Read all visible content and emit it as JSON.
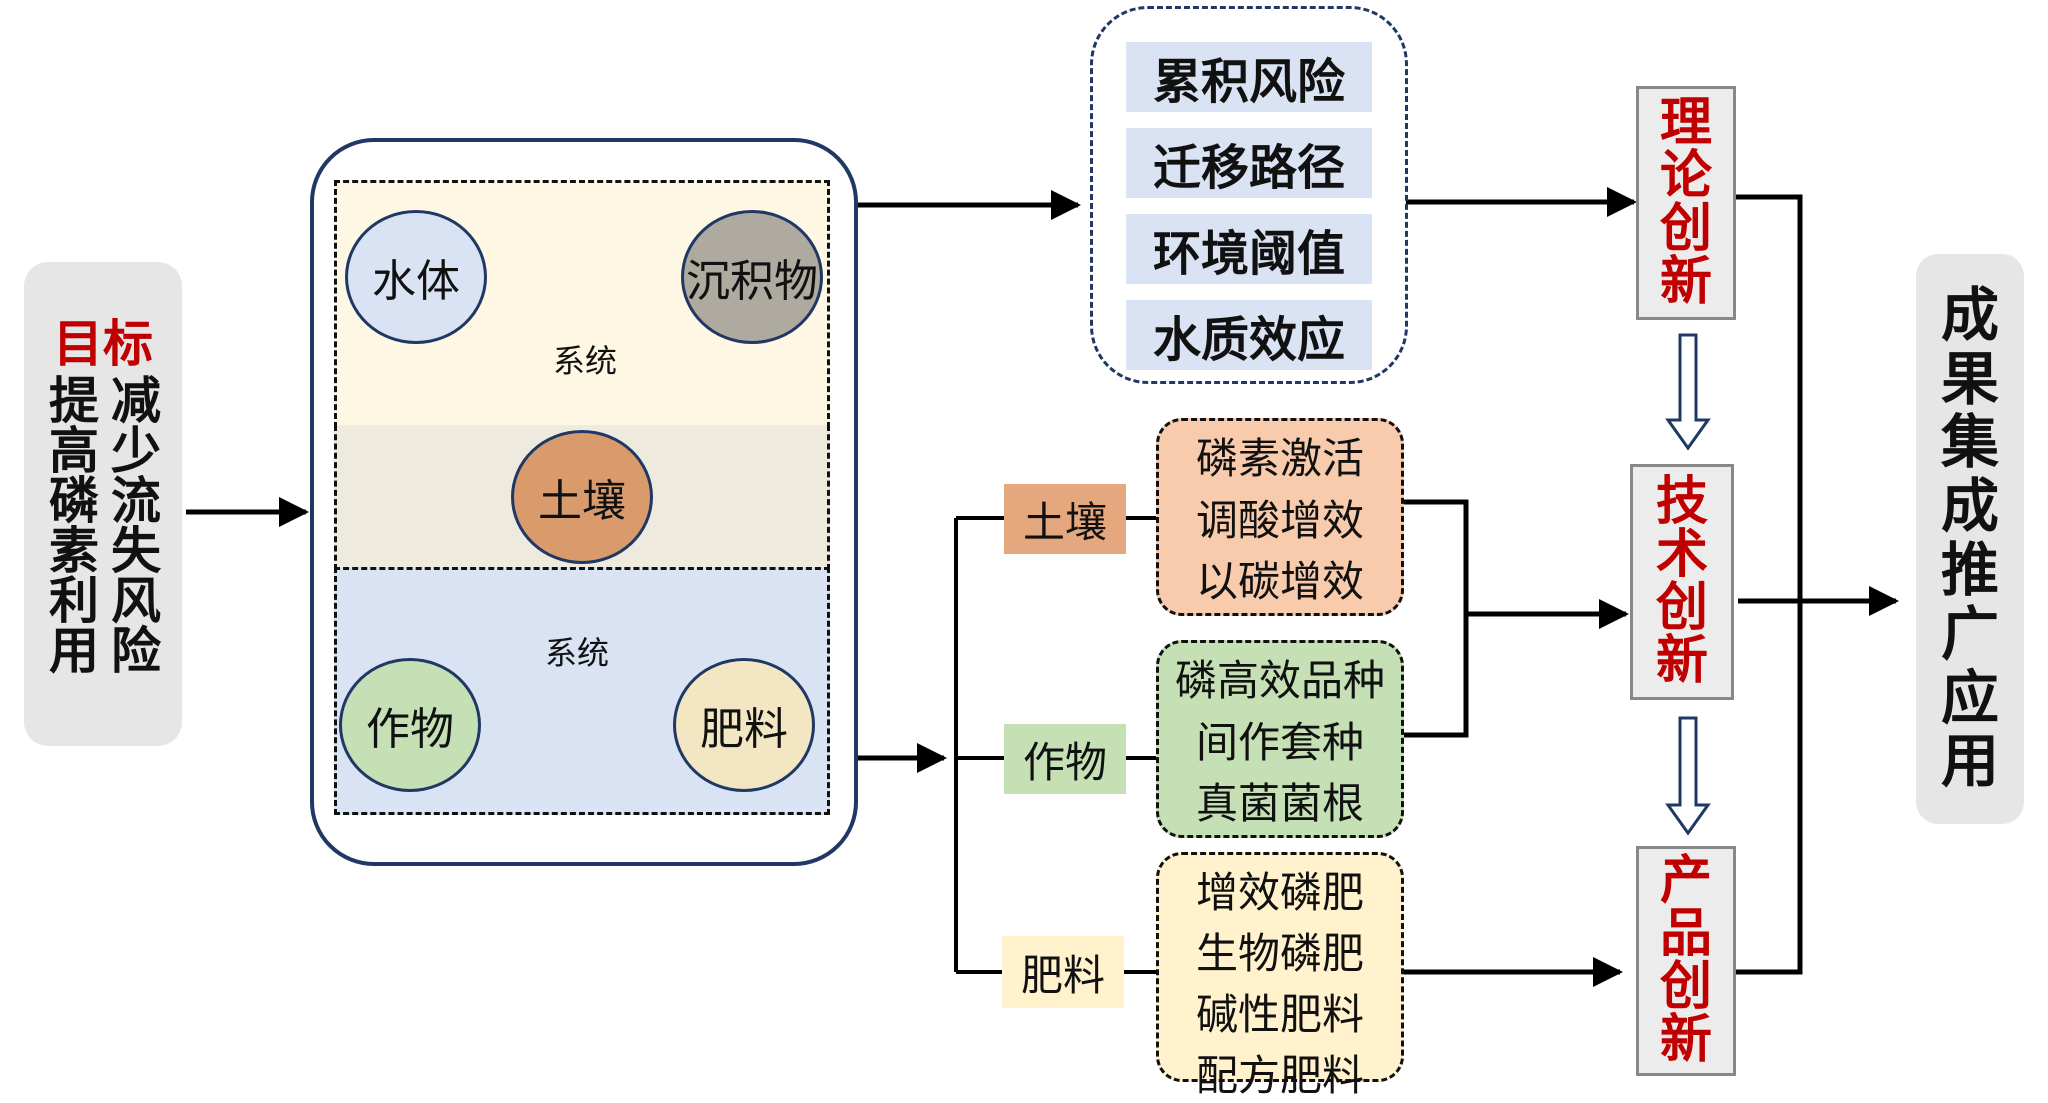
{
  "goal": {
    "title": "目标",
    "col_left": [
      "提",
      "高",
      "磷",
      "素",
      "利",
      "用"
    ],
    "col_right": [
      "减",
      "少",
      "流",
      "失",
      "风",
      "险"
    ]
  },
  "system": {
    "nodes": {
      "water": "水体",
      "sediment": "沉积物",
      "soil": "土壤",
      "crop": "作物",
      "fertilizer": "肥料"
    },
    "upper_label": "系统",
    "lower_label": "系统"
  },
  "risks": [
    "累积风险",
    "迁移路径",
    "环境阈值",
    "水质效应"
  ],
  "branches": [
    {
      "tag": "土壤",
      "tag_color": "#e4a77e",
      "box_color": "#f8cbad",
      "items": [
        "磷素激活",
        "调酸增效",
        "以碳增效"
      ]
    },
    {
      "tag": "作物",
      "tag_color": "#c5e0b4",
      "box_color": "#c5e0b4",
      "items": [
        "磷高效品种",
        "间作套种",
        "真菌菌根"
      ]
    },
    {
      "tag": "肥料",
      "tag_color": "#fff2cc",
      "box_color": "#fff2cc",
      "items": [
        "增效磷肥",
        "生物磷肥",
        "碱性肥料",
        "配方肥料"
      ]
    }
  ],
  "innovations": {
    "theory": [
      "理",
      "论",
      "创",
      "新"
    ],
    "technology": [
      "技",
      "术",
      "创",
      "新"
    ],
    "product": [
      "产",
      "品",
      "创",
      "新"
    ]
  },
  "result": [
    "成",
    "果",
    "集",
    "成",
    "推",
    "广",
    "应",
    "用"
  ],
  "colors": {
    "accent_red": "#c00000",
    "navy_border": "#1f3864",
    "water_fill": "#dae3f3",
    "sediment_fill": "#aeaaa0",
    "soil_fill": "#d99a6c",
    "crop_fill": "#c5e0b4",
    "fertilizer_fill": "#f3e7c3",
    "upper_band": "#fdf7e4",
    "middle_band": "#eeebde",
    "lower_band": "#dae3f3"
  }
}
